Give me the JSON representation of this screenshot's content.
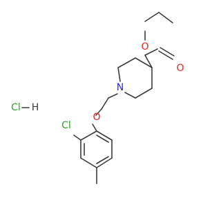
{
  "molecule": {
    "atoms": {
      "ring_nitrogen": {
        "label": "N",
        "color": "#2a2ac8"
      },
      "carbonyl_oxygen": {
        "label": "O",
        "color": "#e1261c"
      },
      "ester_oxygen": {
        "label": "O",
        "color": "#e1261c"
      },
      "ether_oxygen": {
        "label": "O",
        "color": "#e1261c"
      },
      "chlorine": {
        "label": "Cl",
        "color": "#2ea12e"
      }
    },
    "salt": {
      "chlorine_label": "Cl",
      "hydrogen_label": "H",
      "chlorine_color": "#2ea12e",
      "hydrogen_color": "#3b3b3b"
    }
  }
}
